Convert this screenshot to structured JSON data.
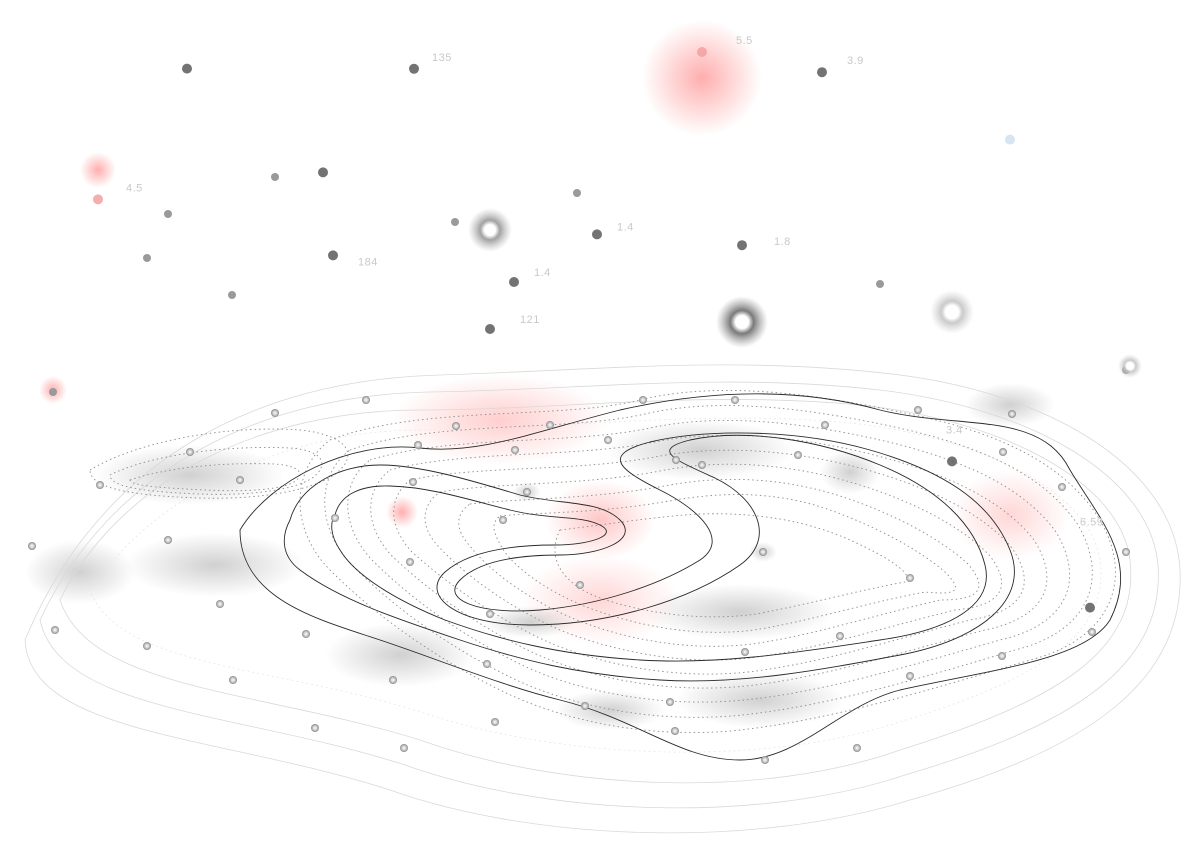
{
  "visualization": {
    "style": "isometric contour terrain with vertical spikes",
    "colors": {
      "background": "#ffffff",
      "contour_dark": "#2a2a2a",
      "contour_dotted": "#8c8c8c",
      "contour_faint": "#d6d6d6",
      "spike_gray": "#555555",
      "spike_red": "#f08c8c",
      "spike_blue": "#a9cbe6",
      "glow_red": "#ff6b6b",
      "glow_gray": "#7a7a7a"
    },
    "spikes": [
      {
        "label": "",
        "color": "gray",
        "height": 0.92
      },
      {
        "label": "",
        "color": "gray",
        "height": 0.78
      },
      {
        "label": "135",
        "color": "gray",
        "height": 0.86
      },
      {
        "label": "5.5",
        "color": "red",
        "height": 0.9
      },
      {
        "label": "3.9",
        "color": "gray",
        "height": 0.84
      },
      {
        "label": "1.4",
        "color": "gray",
        "height": 0.68
      },
      {
        "label": "4.5",
        "color": "red",
        "height": 0.68
      },
      {
        "label": "184",
        "color": "gray",
        "height": 0.63
      },
      {
        "label": "121",
        "color": "gray",
        "height": 0.55
      },
      {
        "label": "1.8",
        "color": "gray",
        "height": 0.44
      },
      {
        "label": "3.4",
        "color": "gray",
        "height": 0.33
      },
      {
        "label": "1.4",
        "color": "gray",
        "height": 0.4
      },
      {
        "label": "6.59",
        "color": "gray",
        "height": 0.22
      },
      {
        "label": "",
        "color": "blue",
        "height": 0.62
      }
    ]
  }
}
